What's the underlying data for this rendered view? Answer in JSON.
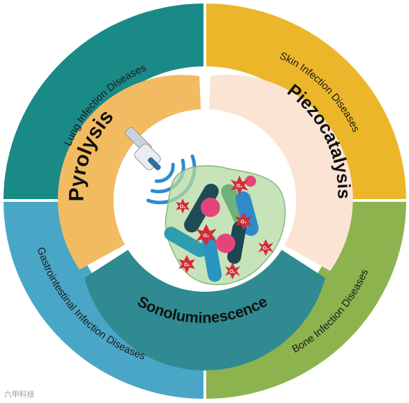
{
  "colors": {
    "lung": "#1a8a86",
    "skin": "#ecb62b",
    "gastro": "#4aa6c6",
    "bone": "#8db34e",
    "pyrolysis": "#f2bb62",
    "piezo": "#fbe4d4",
    "sono": "#2f8b91",
    "background": "#ffffff"
  },
  "outer_ring": {
    "lung": "Lung Infection Diseases",
    "skin": "Skin Infection Diseases",
    "gastro": "Gastrointestinal Infection Diseases",
    "bone": "Bone Infection Diseases"
  },
  "inner_ring": {
    "pyrolysis": "Pyrolysis",
    "piezo": "Piezocatalysis",
    "sono": "Sonoluminescence"
  },
  "center": {
    "icons": [
      "ultrasound-probe-icon",
      "sound-wave-icon",
      "bacteria-cluster-icon"
    ],
    "reactive_species_label": "O₂"
  },
  "watermark": "六甲科技"
}
